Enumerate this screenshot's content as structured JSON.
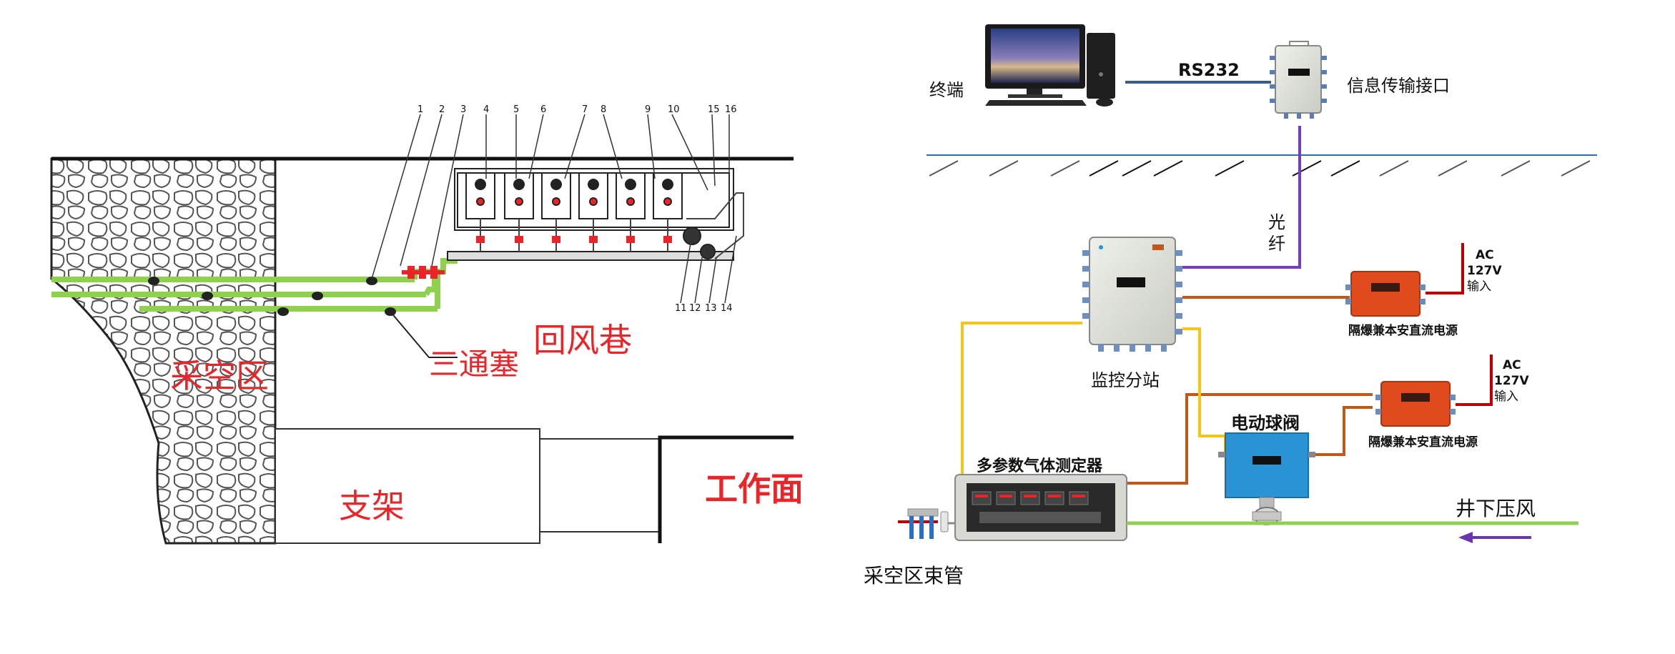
{
  "left_diagram": {
    "goaf_label": "采空区",
    "tee_plug_label": "三通塞",
    "return_airway_label": "回风巷",
    "support_label": "支架",
    "working_face_label": "工作面",
    "top_numbers": [
      "1",
      "2",
      "3",
      "4",
      "5",
      "6",
      "7",
      "8",
      "9",
      "10",
      "15",
      "16"
    ],
    "bottom_numbers": [
      "11",
      "12",
      "13",
      "14"
    ]
  },
  "right_diagram": {
    "terminal_label": "终端",
    "rs232_label": "RS232",
    "info_interface_label": "信息传输接口",
    "fiber_label_line1": "光",
    "fiber_label_line2": "纤",
    "monitor_substation_label": "监控分站",
    "power_supply_1_label": "隔爆兼本安直流电源",
    "power_supply_2_label": "隔爆兼本安直流电源",
    "ac1": {
      "line1": "AC",
      "line2": "127V",
      "line3": "输入"
    },
    "ac2": {
      "line1": "AC",
      "line2": "127V",
      "line3": "输入"
    },
    "ball_valve_label": "电动球阀",
    "gas_analyzer_label": "多参数气体测定器",
    "goaf_tube_label": "采空区束管",
    "compressed_air_label": "井下压风"
  },
  "colors": {
    "green_tube": "#8fd14f",
    "red_text": "#e8262a",
    "fiber_purple": "#7a3db8",
    "rs232_blue": "#3a5f8f",
    "signal_yellow": "#f5c518",
    "power_orange": "#c0581a",
    "device_orange": "#e04a1c",
    "valve_blue": "#2a93d5",
    "arrow_purple": "#6a35b0",
    "ac_red": "#c00000"
  }
}
